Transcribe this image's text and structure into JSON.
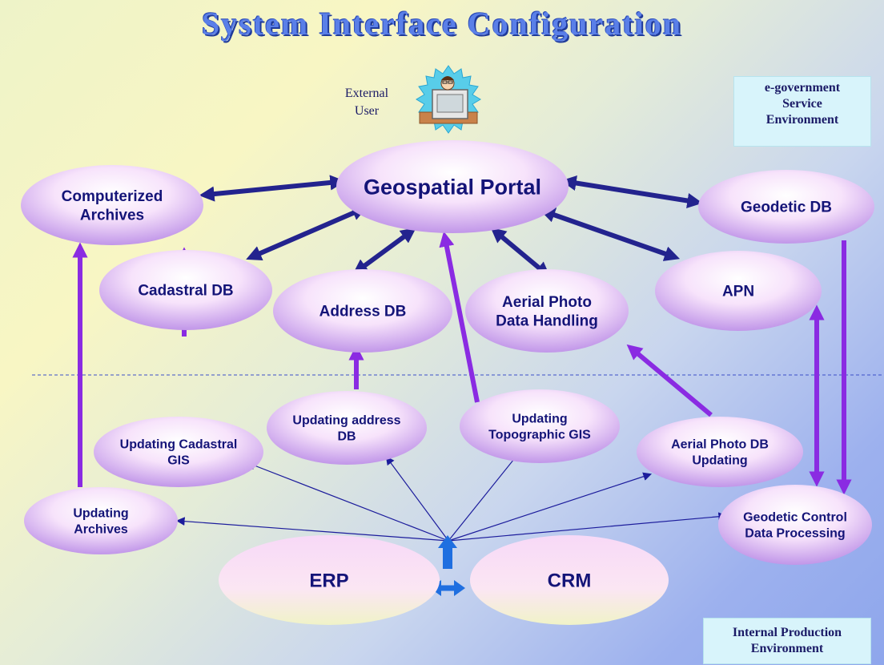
{
  "title": "System Interface Configuration",
  "external_user": [
    "External",
    "User"
  ],
  "env": {
    "egov": [
      "e-government",
      "Service",
      "Environment"
    ],
    "internal": [
      "Internal Production",
      "Environment"
    ]
  },
  "colors": {
    "dark_arrow": "#23238e",
    "purple_arrow": "#8a2be2",
    "thin_arrow": "#1c1c9c",
    "node_text": "#141478"
  },
  "nodes": [
    {
      "id": "portal",
      "lines": [
        "Geospatial Portal"
      ]
    },
    {
      "id": "computerized",
      "lines": [
        "Computerized",
        "Archives"
      ]
    },
    {
      "id": "geodetic_db",
      "lines": [
        "Geodetic DB"
      ]
    },
    {
      "id": "cadastral_db",
      "lines": [
        "Cadastral DB"
      ]
    },
    {
      "id": "address_db",
      "lines": [
        "Address DB"
      ]
    },
    {
      "id": "aerial_handling",
      "lines": [
        "Aerial Photo",
        "Data Handling"
      ]
    },
    {
      "id": "apn",
      "lines": [
        "APN"
      ]
    },
    {
      "id": "upd_address",
      "lines": [
        "Updating address",
        "DB"
      ]
    },
    {
      "id": "upd_topo",
      "lines": [
        "Updating",
        "Topographic GIS"
      ]
    },
    {
      "id": "upd_cadastral",
      "lines": [
        "Updating Cadastral",
        "GIS"
      ]
    },
    {
      "id": "aerial_upd",
      "lines": [
        "Aerial Photo DB",
        "Updating"
      ]
    },
    {
      "id": "upd_archives",
      "lines": [
        "Updating",
        "Archives"
      ]
    },
    {
      "id": "geodetic_ctrl",
      "lines": [
        "Geodetic Control",
        "Data Processing"
      ]
    },
    {
      "id": "erp",
      "lines": [
        "ERP"
      ]
    },
    {
      "id": "crm",
      "lines": [
        "CRM"
      ]
    }
  ]
}
